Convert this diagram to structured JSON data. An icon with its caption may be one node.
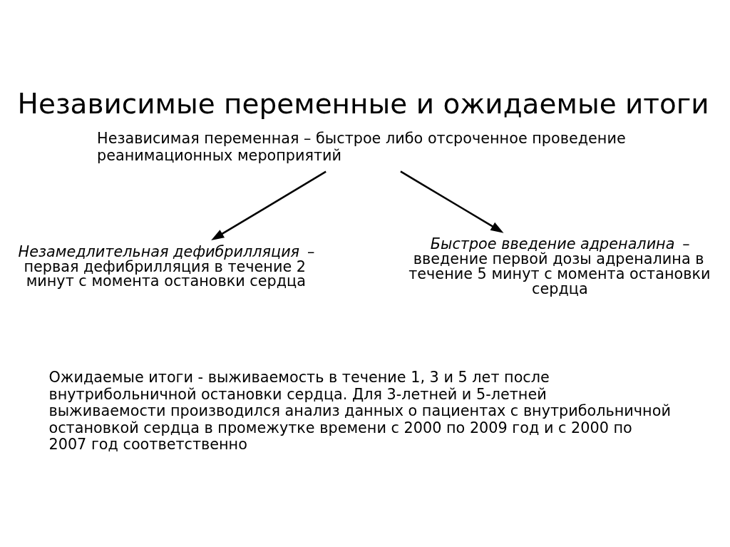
{
  "diagram": {
    "title": "Независимые переменные и ожидаемые итоги",
    "nodes": [
      {
        "text": [
          "Независимая переменная – быстрое либо отсроченное  проведение реанимационных мероприятий"
        ]
      },
      {
        "text": [
          "*Незамедлительная дефибрилляция* – первая дефибрилляция в течение 2 минут с момента остановки сердца"
        ]
      },
      {
        "text": [
          "*Быстрое введение адреналина* – введение первой дозы адреналина в течение 5 минут с момента остановки сердца"
        ]
      }
    ],
    "edges": [
      {
        "from": 0,
        "to": 1,
        "arrow": "to"
      },
      {
        "from": 0,
        "to": 2,
        "arrow": "to"
      }
    ],
    "labels": [
      "Ожидаемые итоги - выживаемость в течение 1, 3 и 5 лет после внутрибольничной остановки сердца. Для 3-летней и 5-летней выживаемости производился анализ данных о пациентах с внутрибольничной остановкой сердца  в промежутке времени с 2000 по 2009 год и с 2000 по 2007 год соответственно"
    ]
  }
}
